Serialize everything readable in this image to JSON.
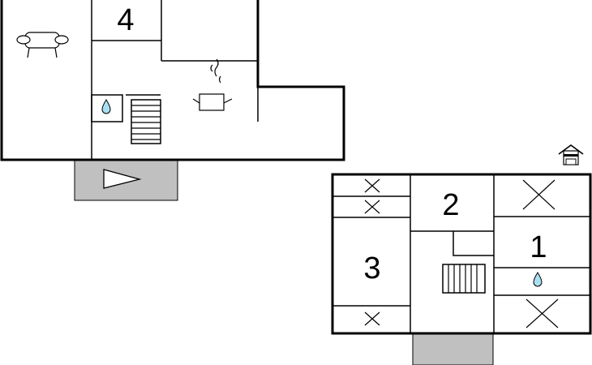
{
  "colors": {
    "wall": "#000000",
    "terrace": "#c0c0c0",
    "water_drop": "#a8dff0",
    "background": "#ffffff"
  },
  "rooms": {
    "upper_floor": [
      {
        "label": "4"
      }
    ],
    "lower_floor": [
      {
        "label": "2"
      },
      {
        "label": "1"
      },
      {
        "label": "3"
      }
    ]
  },
  "icons": {
    "upper_floor": [
      "sofa-icon",
      "bathroom-icon",
      "stairs-icon",
      "cooking-pot-icon",
      "entrance-arrow-icon"
    ],
    "lower_floor": [
      "house-icon",
      "bed-icon",
      "stairs-icon",
      "bathroom-icon"
    ]
  }
}
